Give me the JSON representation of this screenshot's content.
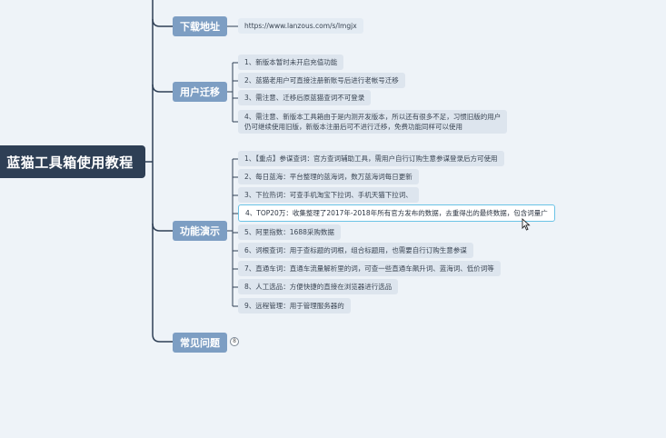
{
  "root": "蓝猫工具箱使用教程",
  "branches": {
    "download": {
      "label": "下载地址",
      "items": [
        "https://www.lanzous.com/s/lmgjx"
      ]
    },
    "migrate": {
      "label": "用户迁移",
      "items": [
        "1、新版本暂时未开启充值功能",
        "2、蓝猫老用户可直接注册新账号后进行老帐号迁移",
        "3、需注意、迁移后原蓝猫查词不可登录",
        "4、需注意、新版本工具箱由于是内测开发版本，所以还有很多不足，习惯旧版的用户",
        "仍可继续使用旧版，新版本注册后可不进行迁移，免费功能同样可以使用"
      ]
    },
    "features": {
      "label": "功能演示",
      "items": [
        "1、【重点】参谋查词：官方查词辅助工具，需用户自行订购生意参谋登录后方可使用",
        "2、每日蓝海：平台整理的蓝海词，数万蓝海词每日更新",
        "3、下拉热词：可查手机淘宝下拉词、手机天猫下拉词、",
        "4、TOP20万：收集整理了2017年-2018年所有官方发布的数据，去重得出的最终数据，包含词量广",
        "5、阿里指数：1688采购数据",
        "6、词根查词：用于查标题的词根，组合标题用，也需要自行订购生意参谋",
        "7、直通车词：直通车流量解析里的词，可查一些直通车飙升词、蓝海词、低价词等",
        "8、人工选品：方便快捷的直接在浏览器进行选品",
        "9、远程管理：用于管理服务器的"
      ]
    },
    "faq": {
      "label": "常见问题",
      "collapsed_count": "8"
    }
  },
  "colors": {
    "root_bg": "#2e3f55",
    "branch_bg": "#7d9ec3",
    "leaf_bg": "#dde5ee",
    "line": "#2e3f55",
    "selected_border": "#6bc3e6"
  }
}
